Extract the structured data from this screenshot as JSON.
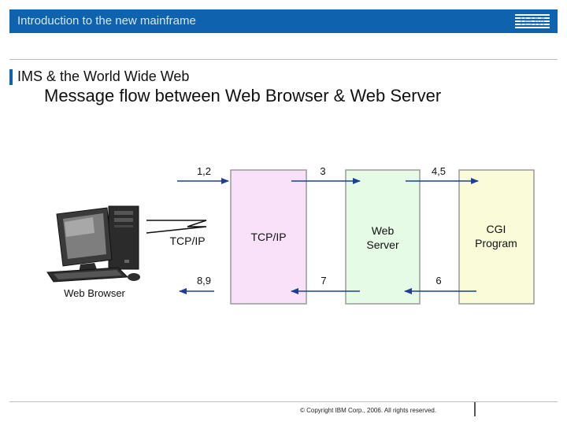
{
  "header": {
    "title": "Introduction to the new mainframe",
    "logo_text": "IBM"
  },
  "section_title": "IMS & the World Wide Web",
  "slide_title": "Message flow between Web Browser & Web Server",
  "diagram": {
    "browser_label": "Web Browser",
    "link_label": "TCP/IP",
    "columns": [
      {
        "label": "TCP/IP",
        "color": "#f9e2f9"
      },
      {
        "label_line1": "Web",
        "label_line2": "Server",
        "color": "#e6fbe6"
      },
      {
        "label_line1": "CGI",
        "label_line2": "Program",
        "color": "#fafbd8"
      }
    ],
    "arrow_labels": {
      "in_1": "1,2",
      "in_2": "3",
      "in_3": "4,5",
      "out_1": "8,9",
      "out_2": "7",
      "out_3": "6"
    },
    "arrow_color": "#1d3f97"
  },
  "footer": {
    "copyright": "© Copyright IBM Corp., 2006. All rights reserved."
  },
  "colors": {
    "banner": "#0f62ad",
    "banner_text": "#d6e6f7"
  }
}
